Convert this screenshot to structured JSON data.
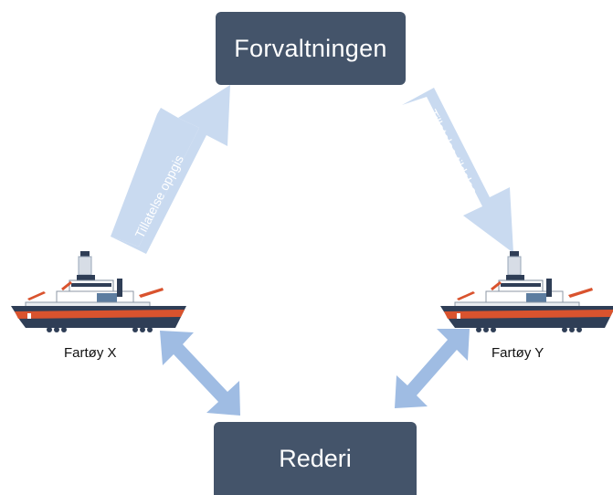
{
  "management": {
    "label": "Forvaltningen"
  },
  "shipowner": {
    "label": "Rederi"
  },
  "vessel_x": {
    "label": "Fartøy X"
  },
  "vessel_y": {
    "label": "Fartøy Y"
  },
  "arrow_surrender": {
    "label": "Tillatelse oppgis"
  },
  "arrow_grant": {
    "label": "Tillatelse tildeles"
  },
  "colors": {
    "box": "#44546a",
    "box_text": "#ffffff",
    "arrow_light": "#c9daf0",
    "arrow_medium": "#9fbce3",
    "arrow_text": "#ffffff",
    "hull_dark": "#2f3e56",
    "hull_red": "#d9532e",
    "superstructure": "#ffffff"
  }
}
